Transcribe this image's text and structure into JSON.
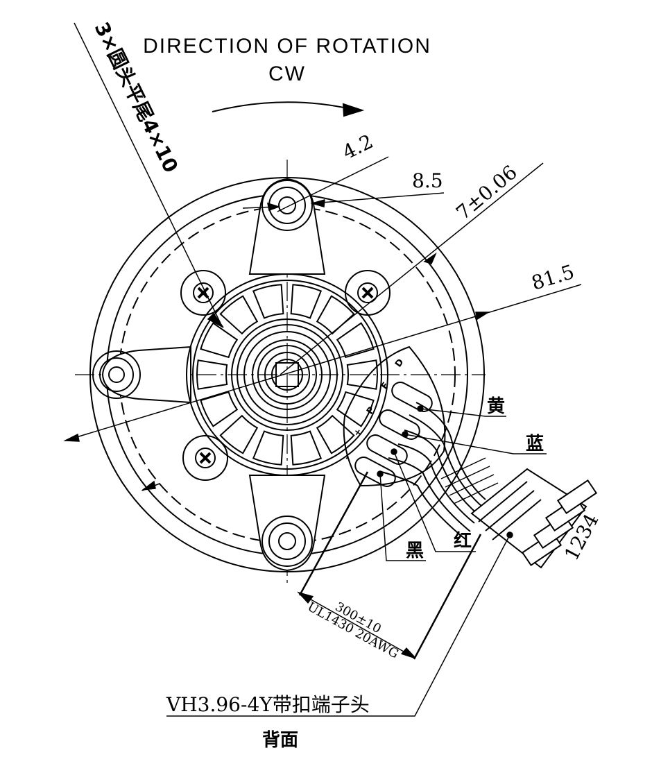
{
  "header": {
    "title": "DIRECTION OF ROTATION",
    "direction": "CW"
  },
  "dimensions": {
    "screw_note": "3×圆头平尾4×10",
    "hole_dia": "4.2",
    "boss_dia": "8.5",
    "shaft_dia": "7±0.06",
    "pcd": "81.5",
    "lead_length": "300±10",
    "lead_spec": "UL1430 20AWG"
  },
  "terminal_labels": {
    "d": "D",
    "f": "F",
    "p": "P",
    "plus": "+",
    "minus": "-"
  },
  "wires": {
    "yellow": "黄",
    "blue": "蓝",
    "red": "红",
    "black": "黑"
  },
  "connector": {
    "pins": "1234",
    "spec": "VH3.96-4Y带扣端子头"
  },
  "footer": {
    "view": "背面"
  }
}
